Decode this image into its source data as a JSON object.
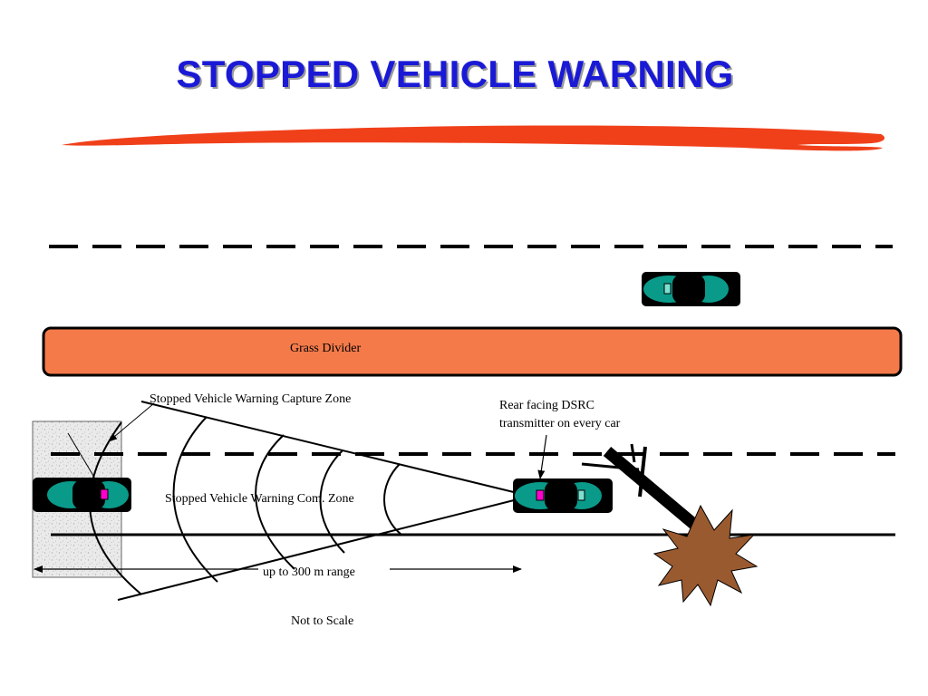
{
  "title": "STOPPED VEHICLE WARNING",
  "labels": {
    "grass_divider": "Grass Divider",
    "capture_zone": "Stopped Vehicle Warning Capture Zone",
    "dsrc_line1": "Rear facing DSRC",
    "dsrc_line2": "transmitter on every car",
    "com_zone": "Stopped Vehicle Warning Com. Zone",
    "range": "up to 300 m range",
    "scale_note": "Not to Scale"
  },
  "colors": {
    "title": "#1a1ad6",
    "title_underline": "#f0401a",
    "grass_divider": "#f47a4a",
    "car_body": "#000000",
    "car_window": "#0a9a8a",
    "transmitter": "#ff00cc",
    "receiver": "#7fe0d0",
    "crash_burst": "#9a5a30",
    "road_area": "#e8e8e8"
  }
}
